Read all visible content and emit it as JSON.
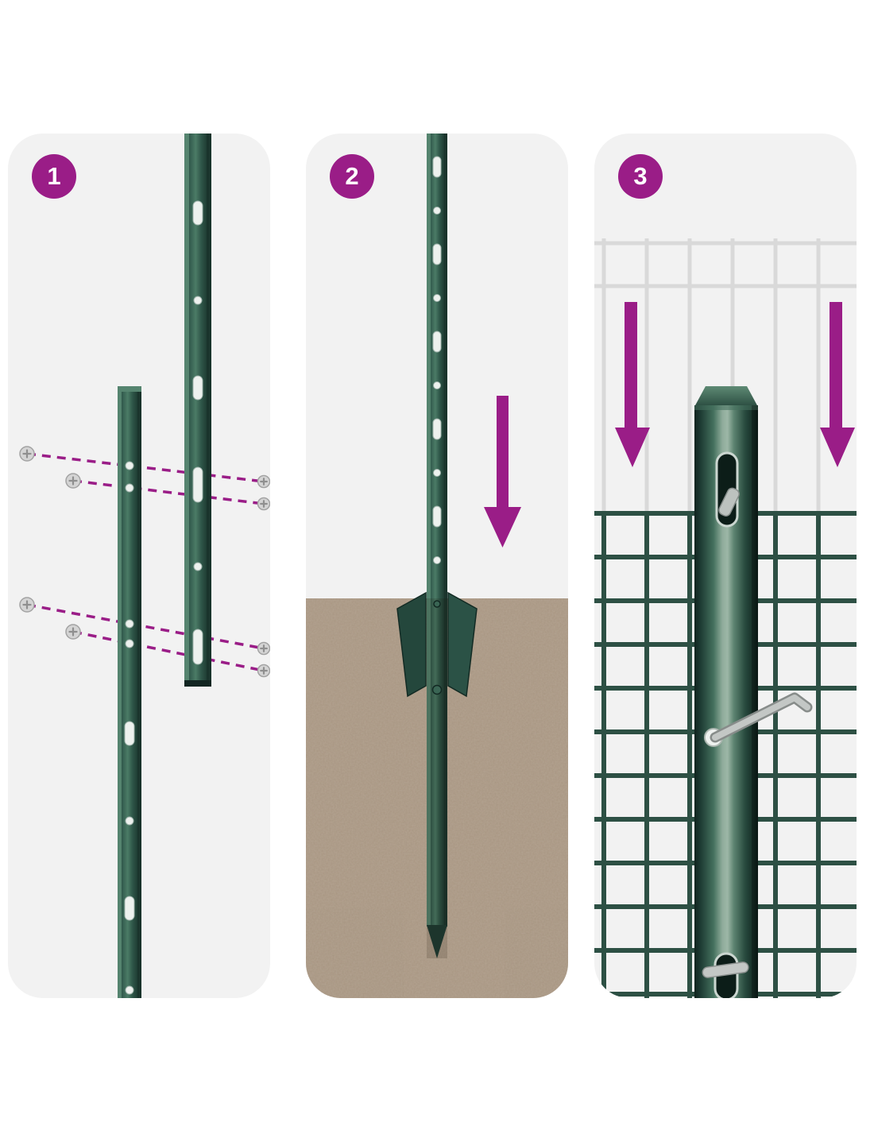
{
  "steps": [
    {
      "number": "1"
    },
    {
      "number": "2"
    },
    {
      "number": "3"
    }
  ],
  "colors": {
    "accent": "#9A1D87",
    "panel_bg": "#F2F2F2",
    "post_green": "#2F5749",
    "post_green_dark": "#132923",
    "post_green_light": "#4B7B66",
    "ground_brown": "#AB9883",
    "mesh_gray": "#D9D9D9",
    "mesh_green": "#2D5044",
    "metal_gray": "#C3C7C5",
    "badge_text": "#FFFFFF"
  },
  "icons": {
    "step_badge": "purple circle with white step number",
    "down_arrow": "▼ solid purple down arrow",
    "screw": "⊕ phillips screw head",
    "dash_line": "magenta dashed alignment line"
  }
}
